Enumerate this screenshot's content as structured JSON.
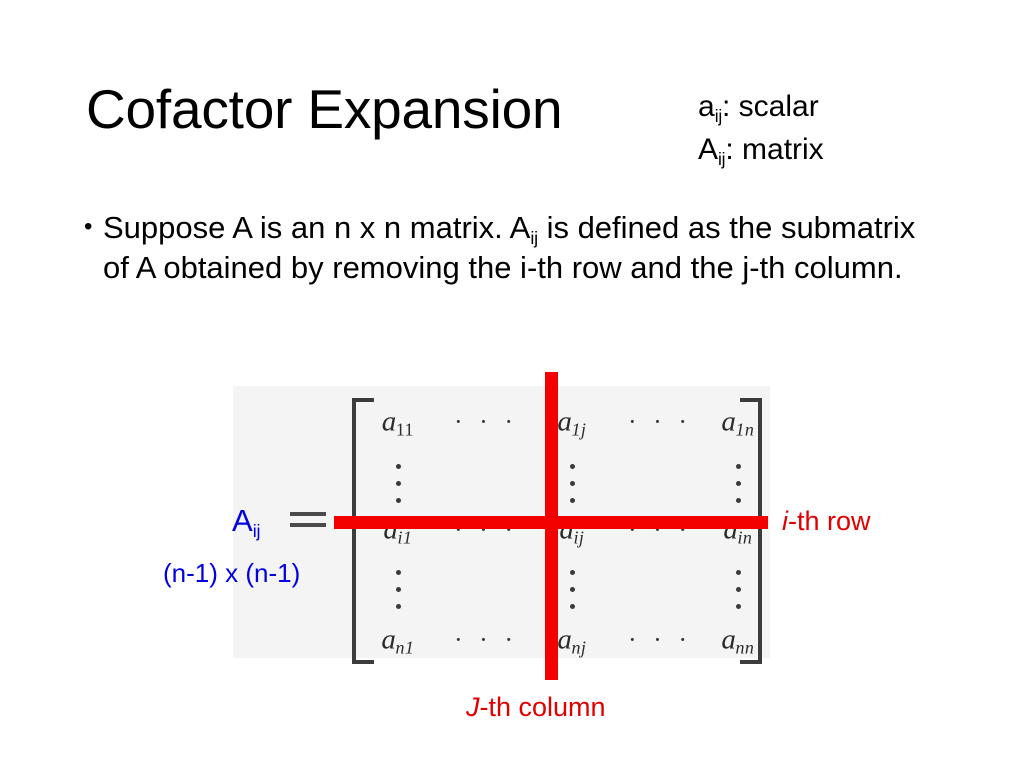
{
  "slide": {
    "title": "Cofactor Expansion",
    "legend": [
      {
        "symbol": "a",
        "subscript": "ij",
        "meaning": ": scalar"
      },
      {
        "symbol": "A",
        "subscript": "ij",
        "meaning": ": matrix"
      }
    ],
    "bullet": {
      "glyph": "•",
      "text_part1": "Suppose A is an n x n matrix. A",
      "text_subscript": "ij",
      "text_part2": " is defined as the submatrix of A obtained by removing the i-th row and the j-th column."
    },
    "figure": {
      "equals": "=",
      "matrix_rows": [
        [
          {
            "base": "a",
            "idx": "11",
            "idx_italic": false
          },
          {
            "dots": "· · ·"
          },
          {
            "base": "a",
            "idx": "1j",
            "idx_italic": true
          },
          {
            "dots": "· · ·"
          },
          {
            "base": "a",
            "idx": "1n",
            "idx_italic": true
          }
        ],
        [
          {
            "base": "a",
            "idx": "i1",
            "idx_italic": true
          },
          {
            "dots": "· · ·"
          },
          {
            "base": "a",
            "idx": "ij",
            "idx_italic": true
          },
          {
            "dots": "· · ·"
          },
          {
            "base": "a",
            "idx": "in",
            "idx_italic": true
          }
        ],
        [
          {
            "base": "a",
            "idx": "n1",
            "idx_italic": true
          },
          {
            "dots": "· · ·"
          },
          {
            "base": "a",
            "idx": "nj",
            "idx_italic": true
          },
          {
            "dots": "· · ·"
          },
          {
            "base": "a",
            "idx": "nn",
            "idx_italic": true
          }
        ]
      ]
    },
    "labels": {
      "submatrix_symbol": "A",
      "submatrix_subscript": "ij",
      "submatrix_dims": "(n-1) x (n-1)",
      "row_label_italic": "i",
      "row_label_rest": "-th row",
      "col_label_italic": "J",
      "col_label_rest": "-th column"
    },
    "colors": {
      "annotation_red": "#f20000",
      "label_blue": "#0000e0",
      "text_black": "#000000",
      "scan_background": "#f4f4f4"
    }
  }
}
